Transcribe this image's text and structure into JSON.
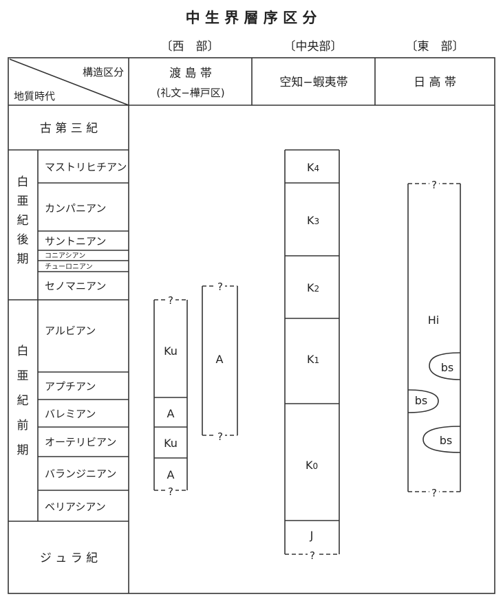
{
  "title": "中 生 界 層 序 区 分",
  "regions": {
    "west": "〔西　部〕",
    "central": "〔中央部〕",
    "east": "〔東　部〕"
  },
  "header": {
    "structure_label": "構造区分",
    "age_label": "地質時代",
    "zone_west": "渡 島 帯",
    "zone_west_sub": "(礼文−樺戸区)",
    "zone_central": "空知−蝦夷帯",
    "zone_east": "日 高 帯"
  },
  "periods": {
    "paleogene": "古 第 三 紀",
    "late_cretaceous": [
      "白",
      "亜",
      "紀",
      "後",
      "期"
    ],
    "early_cretaceous": [
      "白",
      "亜",
      "紀",
      "前",
      "期"
    ],
    "jurassic": "ジ ュ ラ 紀"
  },
  "stages": [
    "マストリヒチアン",
    "カンパニアン",
    "サントニアン",
    "コニアシアン",
    "チューロニアン",
    "セノマニアン",
    "アルビアン",
    "アプチアン",
    "バレミアン",
    "オーテリビアン",
    "バランジニアン",
    "ベリアシアン"
  ],
  "columns": {
    "west1": [
      "Ku",
      "A",
      "Ku",
      "A"
    ],
    "west2": [
      "A"
    ],
    "central": [
      {
        "base": "K",
        "sub": "4"
      },
      {
        "base": "K",
        "sub": "3"
      },
      {
        "base": "K",
        "sub": "2"
      },
      {
        "base": "K",
        "sub": "1"
      },
      {
        "base": "K",
        "sub": "0"
      },
      {
        "base": "J",
        "sub": ""
      }
    ],
    "east": {
      "main": "Hi",
      "lenses": [
        "bs",
        "bs",
        "bs"
      ]
    },
    "uncertain_mark": "?"
  }
}
